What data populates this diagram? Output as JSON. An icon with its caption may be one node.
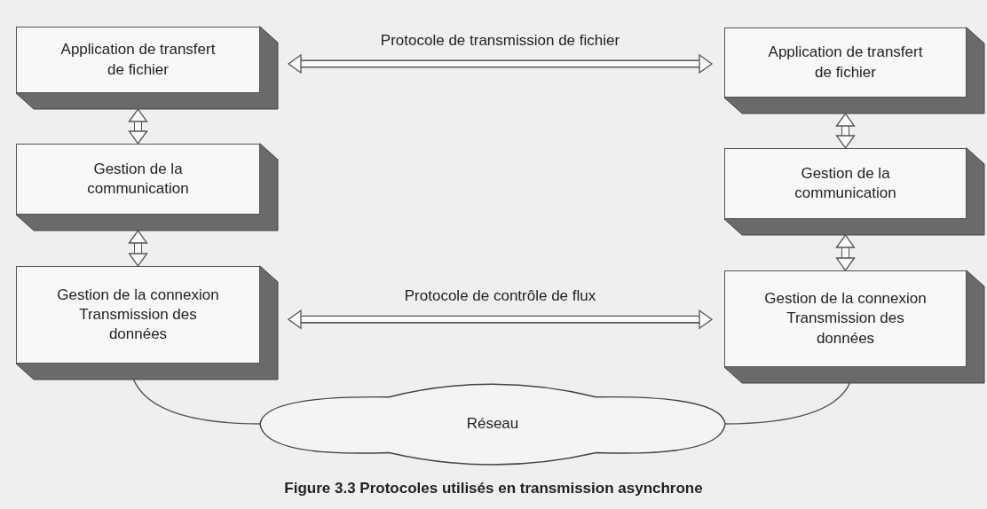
{
  "diagram": {
    "caption": "Figure 3.3 Protocoles utilisés en transmission asynchrone",
    "nodes": [
      {
        "text": [
          "Application de transfert de fichier"
        ]
      },
      {
        "text": [
          "Gestion de la communication"
        ]
      },
      {
        "text": [
          "Gestion de la connexion Transmission des données"
        ]
      },
      {
        "text": [
          "Application de transfert de fichier"
        ]
      },
      {
        "text": [
          "Gestion de la communication"
        ]
      },
      {
        "text": [
          "Gestion de la connexion Transmission des données"
        ]
      },
      {
        "text": [
          "Réseau"
        ]
      }
    ],
    "edges": [
      {
        "from": 0,
        "to": 3,
        "arrow": "both",
        "label": "Protocole de transmission de fichier"
      },
      {
        "from": 0,
        "to": 1,
        "arrow": "both"
      },
      {
        "from": 1,
        "to": 2,
        "arrow": "both"
      },
      {
        "from": 3,
        "to": 4,
        "arrow": "both"
      },
      {
        "from": 4,
        "to": 5,
        "arrow": "both"
      },
      {
        "from": 2,
        "to": 5,
        "arrow": "both",
        "label": "Protocole de contrôle de flux"
      },
      {
        "from": 2,
        "to": 6,
        "arrow": "none"
      },
      {
        "from": 5,
        "to": 6,
        "arrow": "none"
      }
    ]
  }
}
